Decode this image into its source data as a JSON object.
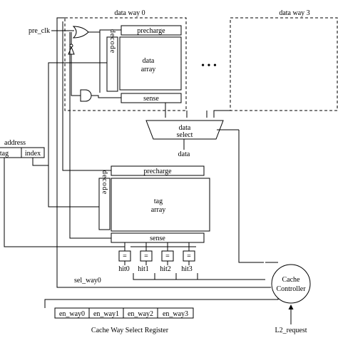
{
  "labels": {
    "data_way0": "data way 0",
    "data_way3": "data way 3",
    "pre_clk": "pre_clk",
    "precharge_top": "precharge",
    "decode_top": "decode",
    "data_array_line1": "data",
    "data_array_line2": "array",
    "sense_top": "sense",
    "ellipsis": "• • •",
    "data_select_line1": "data",
    "data_select_line2": "select",
    "data_out": "data",
    "address": "address",
    "tag": "tag",
    "index": "index",
    "precharge_tag": "precharge",
    "decode_tag": "decode",
    "tag_array_line1": "tag",
    "tag_array_line2": "array",
    "sense_tag": "sense",
    "eq": "=",
    "hit0": "hit0",
    "hit1": "hit1",
    "hit2": "hit2",
    "hit3": "hit3",
    "sel_way0": "sel_way0",
    "cache_ctrl_line1": "Cache",
    "cache_ctrl_line2": "Controller",
    "en_way0": "en_way0",
    "en_way1": "en_way1",
    "en_way2": "en_way2",
    "en_way3": "en_way3",
    "register_caption": "Cache Way Select Register",
    "l2_request": "L2_request"
  }
}
